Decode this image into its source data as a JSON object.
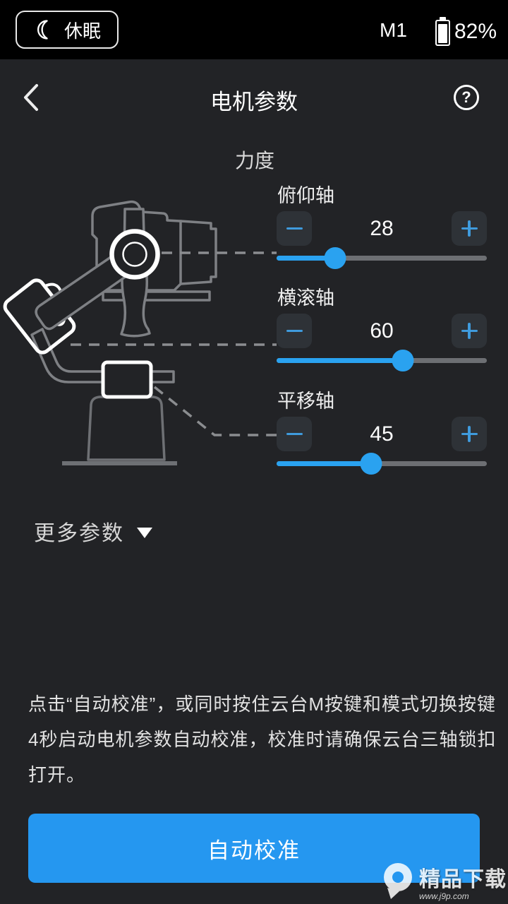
{
  "status_bar": {
    "sleep_label": "休眠",
    "mode": "M1",
    "battery_percent": "82%",
    "battery_level": 82
  },
  "header": {
    "title": "电机参数",
    "help_glyph": "?"
  },
  "strength_section": {
    "label": "力度",
    "sliders": [
      {
        "axis": "俯仰轴",
        "value": 28
      },
      {
        "axis": "横滚轴",
        "value": 60
      },
      {
        "axis": "平移轴",
        "value": 45
      }
    ]
  },
  "more_params": {
    "label": "更多参数"
  },
  "instructions": {
    "lines": [
      "点击“自动校准”，或同时按住云台M按键和模式切换按键",
      "4秒启动电机参数自动校准，校准时请确保云台三轴锁扣",
      "打开。"
    ]
  },
  "calibrate_button": {
    "label": "自动校准"
  },
  "watermark": {
    "title": "精品下载",
    "url": "www.j9p.com"
  },
  "colors": {
    "top_bar_background": "#000000",
    "page_background": "#222326",
    "accent_blue": "#2aa2f0",
    "calibrate_button_blue": "#2597f0",
    "stepper_button_background": "#2e3237",
    "stepper_sign_blue": "#3f9bdd",
    "track_gray": "#6d6f73"
  },
  "icons": {
    "sleep": "moon-icon",
    "back": "chevron-left-icon",
    "help": "question-icon",
    "battery": "battery-icon",
    "decrease": "minus-icon",
    "increase": "plus-icon",
    "more_params": "triangle-down-icon",
    "watermark": "p-logo-icon"
  }
}
